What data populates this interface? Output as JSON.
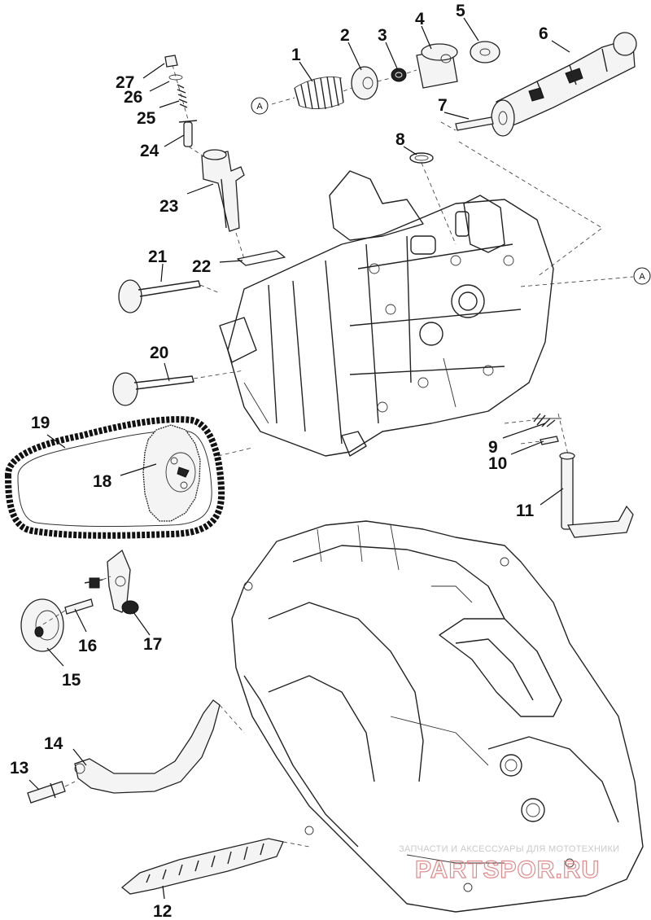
{
  "callouts": [
    "1",
    "2",
    "3",
    "4",
    "5",
    "6",
    "7",
    "8",
    "9",
    "10",
    "11",
    "12",
    "13",
    "14",
    "15",
    "16",
    "17",
    "18",
    "19",
    "20",
    "21",
    "22",
    "23",
    "24",
    "25",
    "26",
    "27"
  ],
  "reference_marks": {
    "left": "A",
    "right": "A"
  },
  "watermark": {
    "tagline": "ЗАПЧАСТИ И АКСЕССУАРЫ ДЛЯ МОТОТЕХНИКИ",
    "logo_text": "PARTSPOR.RU"
  }
}
